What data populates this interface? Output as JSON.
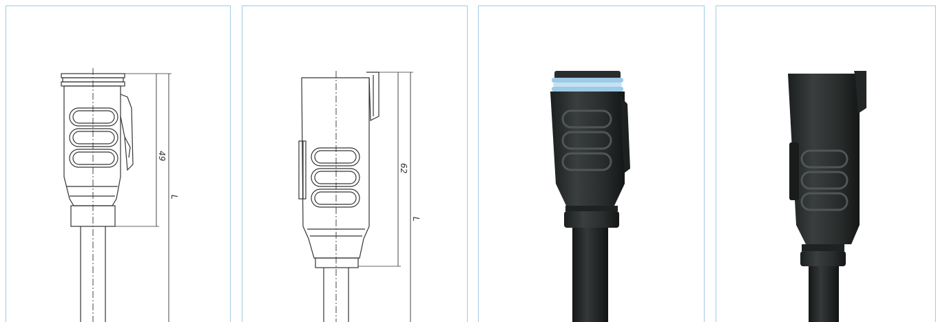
{
  "panels": [
    {
      "type": "technical-drawing",
      "view": "front",
      "dimensions": {
        "height": "49",
        "length": "L"
      }
    },
    {
      "type": "technical-drawing",
      "view": "side",
      "dimensions": {
        "height": "62",
        "length": "L"
      }
    },
    {
      "type": "photo",
      "view": "front",
      "body_color": "#2a2d2d",
      "seal_color": "#9ccbe8"
    },
    {
      "type": "photo",
      "view": "side",
      "body_color": "#2a2d2d"
    }
  ],
  "colors": {
    "frame": "#9fcbe6",
    "line": "#333333",
    "body": "#2a2d2d",
    "seal": "#9ccbe8"
  }
}
